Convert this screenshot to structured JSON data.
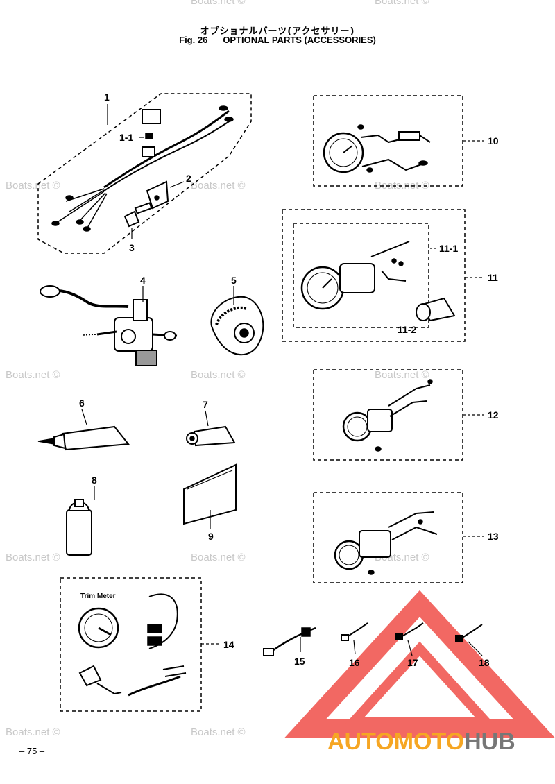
{
  "header": {
    "title_jp": "オプショナルパーツ(アクセサリー)",
    "fig": "Fig. 26",
    "title_en": "OPTIONAL PARTS (ACCESSORIES)"
  },
  "callouts": {
    "c1": "1",
    "c1_1": "1-1",
    "c2": "2",
    "c3": "3",
    "c4": "4",
    "c5": "5",
    "c6": "6",
    "c7": "7",
    "c8": "8",
    "c9": "9",
    "c10": "10",
    "c11": "11",
    "c11_1": "11-1",
    "c11_2": "11-2",
    "c12": "12",
    "c13": "13",
    "c14": "14",
    "c15": "15",
    "c16": "16",
    "c17": "17",
    "c18": "18"
  },
  "gauge_label": "Trim Meter",
  "watermark": "Boats.net ©",
  "footer": {
    "page_number": "– 75 –",
    "brand_part1": "AUTOMOTO",
    "brand_part2": "HUB"
  },
  "colors": {
    "logo_red": "#f04e48",
    "logo_orange": "#f6a623",
    "logo_gray": "#777777",
    "watermark": "#c8c8c8"
  }
}
